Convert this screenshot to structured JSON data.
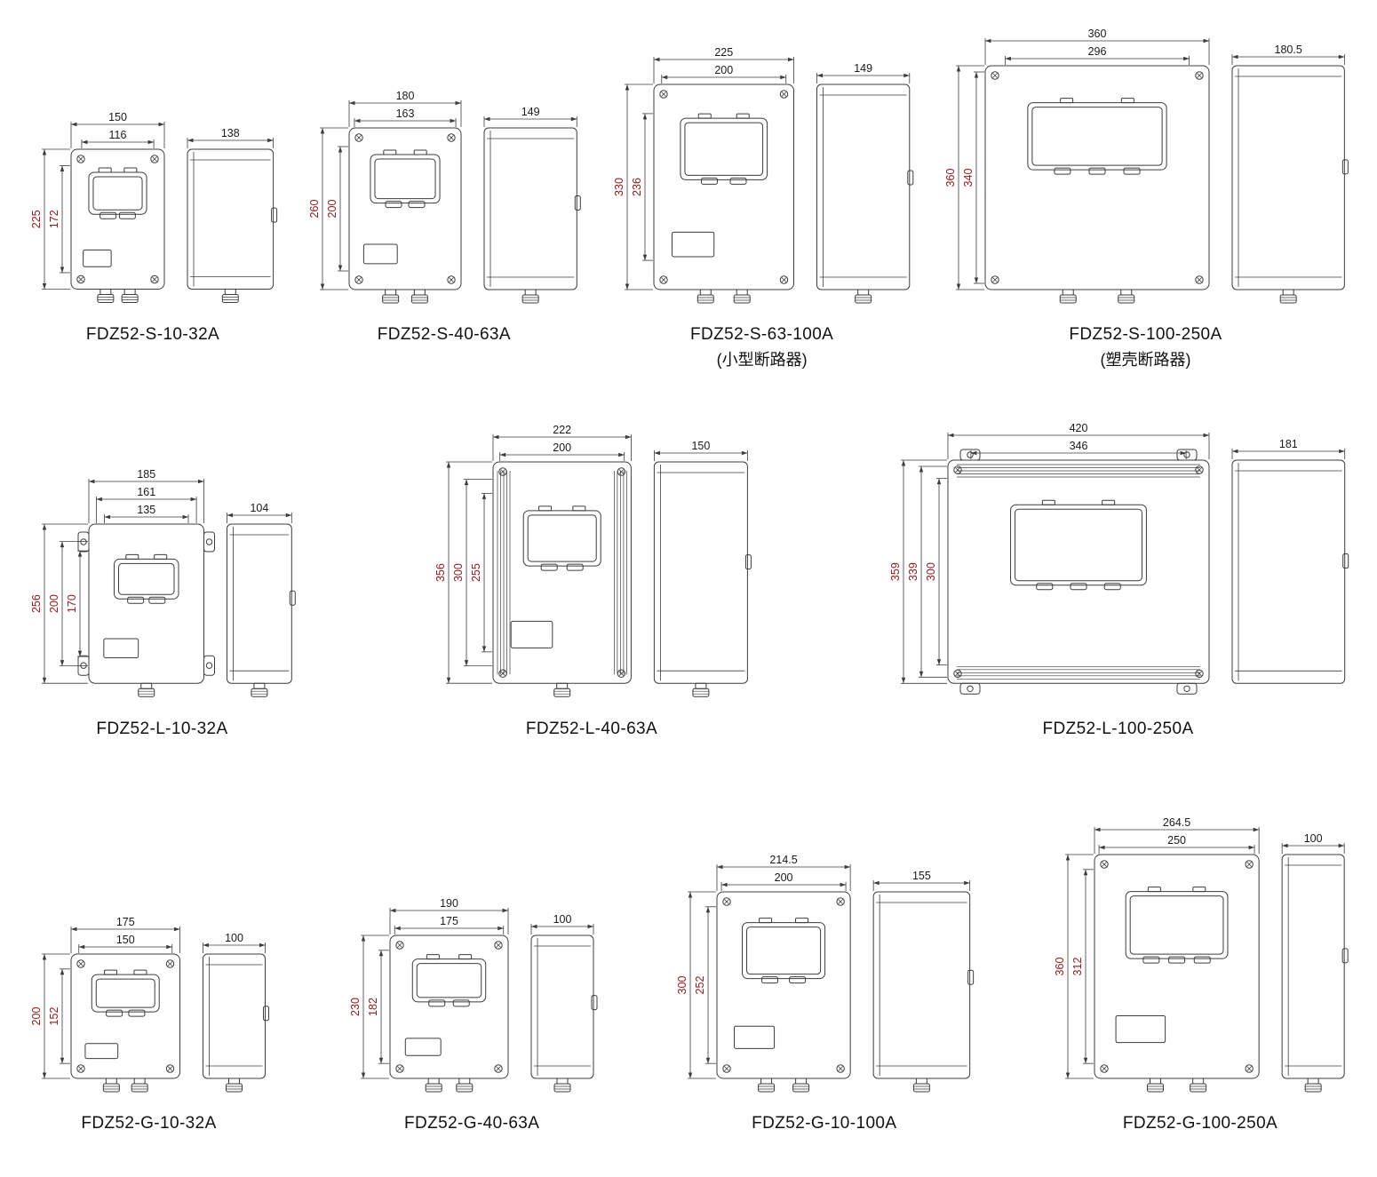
{
  "colors": {
    "background": "#ffffff",
    "line": "#3c3c3c",
    "dim_text": "#1a1a1a",
    "dim_text_vertical": "#8c1a1a",
    "caption": "#111111"
  },
  "rows": [
    {
      "drawings": [
        {
          "label": "FDZ52-S-10-32A",
          "sublabel": "",
          "dimensions": {
            "top": [
              "150",
              "116"
            ],
            "left": [
              "225",
              "172"
            ],
            "side": [
              "138"
            ]
          },
          "features": {
            "corner_screws": true,
            "ears": "none",
            "ribs": "none",
            "latches": 2,
            "glands": 2,
            "nameplate": true
          }
        },
        {
          "label": "FDZ52-S-40-63A",
          "sublabel": "",
          "dimensions": {
            "top": [
              "180",
              "163"
            ],
            "left": [
              "260",
              "200"
            ],
            "side": [
              "149"
            ]
          },
          "features": {
            "corner_screws": true,
            "ears": "none",
            "ribs": "none",
            "latches": 2,
            "glands": 2,
            "nameplate": true
          }
        },
        {
          "label": "FDZ52-S-63-100A",
          "sublabel": "(小型断路器)",
          "dimensions": {
            "top": [
              "225",
              "200"
            ],
            "left": [
              "330",
              "236"
            ],
            "side": [
              "149"
            ]
          },
          "features": {
            "corner_screws": true,
            "ears": "none",
            "ribs": "none",
            "latches": 2,
            "glands": 2,
            "nameplate": true
          }
        },
        {
          "label": "FDZ52-S-100-250A",
          "sublabel": "(塑壳断路器)",
          "dimensions": {
            "top": [
              "360",
              "296"
            ],
            "left": [
              "360",
              "340"
            ],
            "side": [
              "180.5"
            ]
          },
          "features": {
            "corner_screws": true,
            "ears": "none",
            "ribs": "none",
            "latches": 3,
            "glands": 2,
            "nameplate": false
          }
        }
      ]
    },
    {
      "drawings": [
        {
          "label": "FDZ52-L-10-32A",
          "sublabel": "",
          "dimensions": {
            "top": [
              "185",
              "161",
              "135"
            ],
            "left": [
              "256",
              "200",
              "170"
            ],
            "side": [
              "104"
            ]
          },
          "features": {
            "corner_screws": false,
            "ears": "sides",
            "ribs": "none",
            "latches": 2,
            "glands": 1,
            "nameplate": true
          }
        },
        {
          "label": "FDZ52-L-40-63A",
          "sublabel": "",
          "dimensions": {
            "top": [
              "222",
              "200"
            ],
            "left": [
              "356",
              "300",
              "255"
            ],
            "side": [
              "150"
            ]
          },
          "features": {
            "corner_screws": true,
            "ears": "none",
            "ribs": "v",
            "latches": 2,
            "glands": 1,
            "nameplate": true
          }
        },
        {
          "label": "FDZ52-L-100-250A",
          "sublabel": "",
          "dimensions": {
            "top": [
              "420",
              "346"
            ],
            "left": [
              "359",
              "339",
              "300"
            ],
            "side": [
              "181"
            ]
          },
          "features": {
            "corner_screws": true,
            "ears": "topbottom",
            "ribs": "h",
            "latches": 3,
            "glands": 0,
            "nameplate": false
          }
        }
      ]
    },
    {
      "drawings": [
        {
          "label": "FDZ52-G-10-32A",
          "sublabel": "",
          "dimensions": {
            "top": [
              "175",
              "150"
            ],
            "left": [
              "200",
              "152"
            ],
            "side": [
              "100"
            ]
          },
          "features": {
            "corner_screws": true,
            "ears": "none",
            "ribs": "none",
            "latches": 2,
            "glands": 2,
            "nameplate": true
          }
        },
        {
          "label": "FDZ52-G-40-63A",
          "sublabel": "",
          "dimensions": {
            "top": [
              "190",
              "175"
            ],
            "left": [
              "230",
              "182"
            ],
            "side": [
              "100"
            ]
          },
          "features": {
            "corner_screws": true,
            "ears": "none",
            "ribs": "none",
            "latches": 2,
            "glands": 2,
            "nameplate": true
          }
        },
        {
          "label": "FDZ52-G-10-100A",
          "sublabel": "",
          "dimensions": {
            "top": [
              "214.5",
              "200"
            ],
            "left": [
              "300",
              "252"
            ],
            "side": [
              "155"
            ]
          },
          "features": {
            "corner_screws": true,
            "ears": "none",
            "ribs": "none",
            "latches": 2,
            "glands": 2,
            "nameplate": true
          }
        },
        {
          "label": "FDZ52-G-100-250A",
          "sublabel": "",
          "dimensions": {
            "top": [
              "264.5",
              "250"
            ],
            "left": [
              "360",
              "312"
            ],
            "side": [
              "100"
            ]
          },
          "features": {
            "corner_screws": true,
            "ears": "none",
            "ribs": "none",
            "latches": 3,
            "glands": 2,
            "nameplate": true
          }
        }
      ]
    }
  ]
}
